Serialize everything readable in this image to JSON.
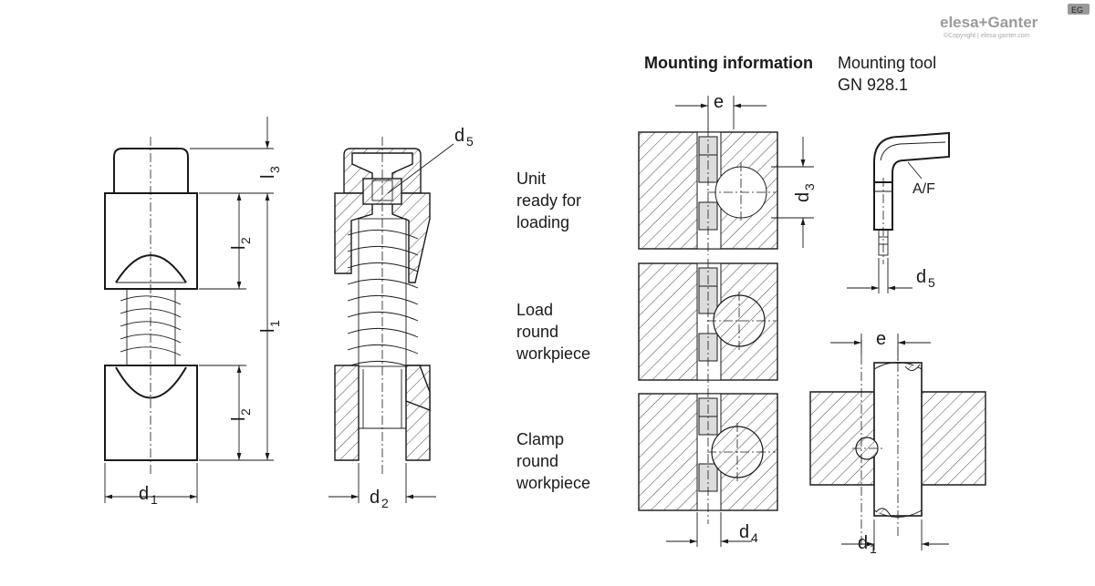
{
  "brand": {
    "name": "elesa+Ganter",
    "copyright": "©Copyright | elesa-ganter.com",
    "badge": "EG"
  },
  "headings": {
    "mounting_information": "Mounting information",
    "mounting_tool_line1": "Mounting tool",
    "mounting_tool_line2": "GN 928.1"
  },
  "steps": [
    {
      "lines": [
        "Unit",
        "ready for",
        "loading"
      ]
    },
    {
      "lines": [
        "Load",
        "round",
        "workpiece"
      ]
    },
    {
      "lines": [
        "Clamp",
        "round",
        "workpiece"
      ]
    }
  ],
  "dimensions": {
    "l3": {
      "base": "l",
      "sub": "3"
    },
    "l2_top": {
      "base": "l",
      "sub": "2"
    },
    "l1": {
      "base": "l",
      "sub": "1"
    },
    "l2_bottom": {
      "base": "l",
      "sub": "2"
    },
    "d1_left": {
      "base": "d",
      "sub": "1"
    },
    "d2": {
      "base": "d",
      "sub": "2"
    },
    "d5_section": {
      "base": "d",
      "sub": "5"
    },
    "e_top": {
      "base": "e",
      "sub": ""
    },
    "d3": {
      "base": "d",
      "sub": "3"
    },
    "d4": {
      "base": "d",
      "sub": "4"
    },
    "af": {
      "base": "A/F",
      "sub": ""
    },
    "d5_tool": {
      "base": "d",
      "sub": "5"
    },
    "e_right": {
      "base": "e",
      "sub": ""
    },
    "d1_right": {
      "base": "d",
      "sub": "1"
    }
  }
}
